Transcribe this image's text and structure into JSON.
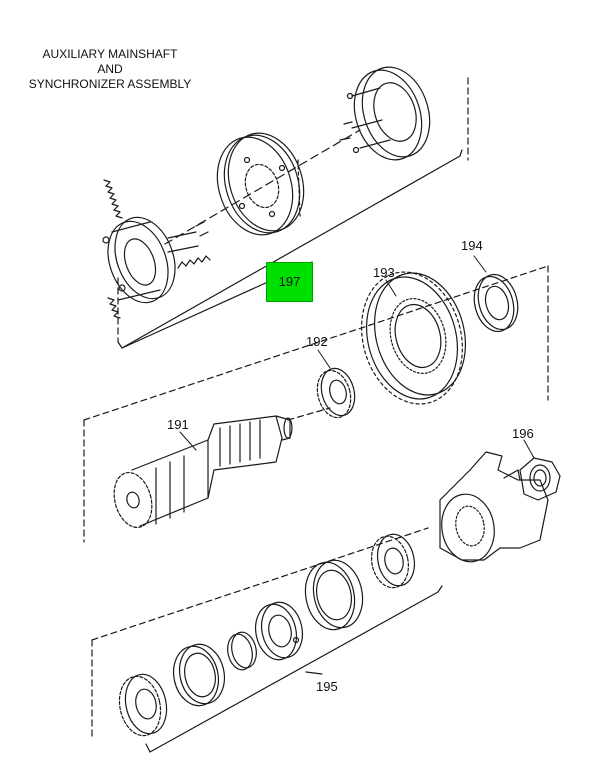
{
  "diagram": {
    "title_lines": [
      "AUXILIARY MAINSHAFT",
      "AND",
      "SYNCHRONIZER ASSEMBLY"
    ],
    "highlight_color": "#00e000",
    "callouts": {
      "c197": "197",
      "c194": "194",
      "c193": "193",
      "c192": "192",
      "c191": "191",
      "c196": "196",
      "c195": "195"
    }
  }
}
